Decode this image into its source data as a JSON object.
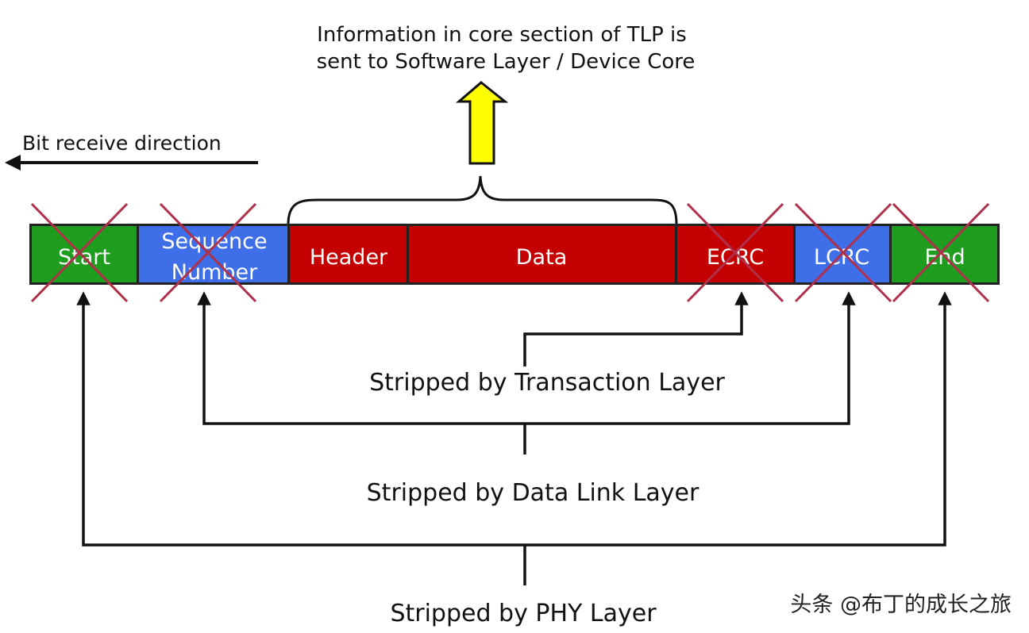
{
  "title": {
    "line1": "Information in core section of TLP is",
    "line2": "sent to Software Layer / Device Core"
  },
  "direction_label": "Bit receive direction",
  "segments": [
    {
      "label_lines": [
        "Start"
      ],
      "color": "#1f9d1f",
      "stripped": true
    },
    {
      "label_lines": [
        "Sequence",
        "Number"
      ],
      "color": "#3f6fe8",
      "stripped": true
    },
    {
      "label_lines": [
        "Header"
      ],
      "color": "#c40000",
      "stripped": false
    },
    {
      "label_lines": [
        "Data"
      ],
      "color": "#c40000",
      "stripped": false
    },
    {
      "label_lines": [
        "ECRC"
      ],
      "color": "#c40000",
      "stripped": true
    },
    {
      "label_lines": [
        "LCRC"
      ],
      "color": "#3f6fe8",
      "stripped": true
    },
    {
      "label_lines": [
        "End"
      ],
      "color": "#1f9d1f",
      "stripped": true
    }
  ],
  "stripped_labels": {
    "transaction": "Stripped by Transaction Layer",
    "data_link": "Stripped by Data Link Layer",
    "phy": "Stripped by PHY Layer"
  },
  "watermark": "头条 @布丁的成长之旅",
  "colors": {
    "cross": "#b0304a",
    "arrow_up_fill": "#ffff00",
    "line": "#111111"
  }
}
